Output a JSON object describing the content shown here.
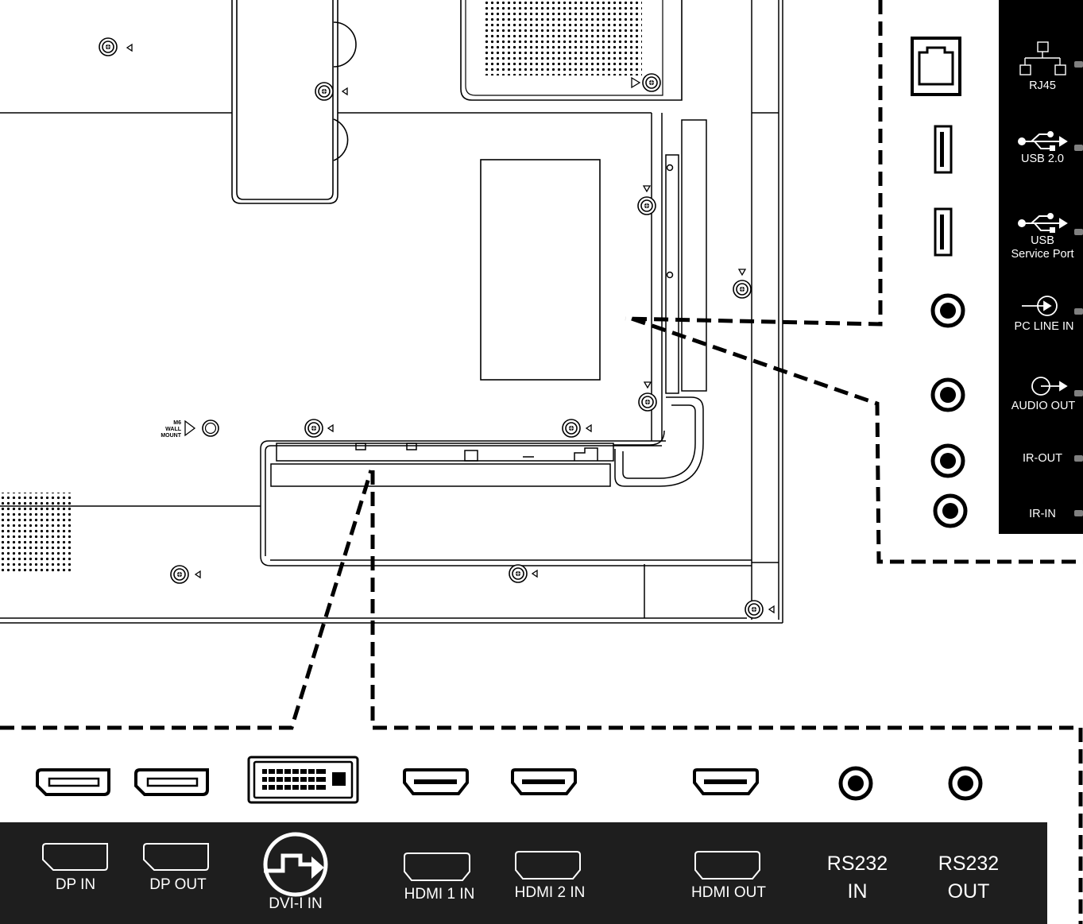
{
  "wall_mount": {
    "line1": "M6",
    "line2": "WALL",
    "line3": "MOUNT"
  },
  "side_panel": {
    "rj45": "RJ45",
    "usb20": "USB 2.0",
    "usb_service_1": "USB",
    "usb_service_2": "Service Port",
    "pc_line_in": "PC LINE IN",
    "audio_out": "AUDIO OUT",
    "ir_out": "IR-OUT",
    "ir_in": "IR-IN"
  },
  "bottom_panel": {
    "dp_in": "DP IN",
    "dp_out": "DP OUT",
    "dvi_in": "DVI-I IN",
    "hdmi1_in": "HDMI 1 IN",
    "hdmi2_in": "HDMI 2 IN",
    "hdmi_out": "HDMI OUT",
    "rs232_in_1": "RS232",
    "rs232_in_2": "IN",
    "rs232_out_1": "RS232",
    "rs232_out_2": "OUT"
  },
  "colors": {
    "panel": "#1e1e1e",
    "ink": "#000000",
    "label": "#ffffff"
  }
}
